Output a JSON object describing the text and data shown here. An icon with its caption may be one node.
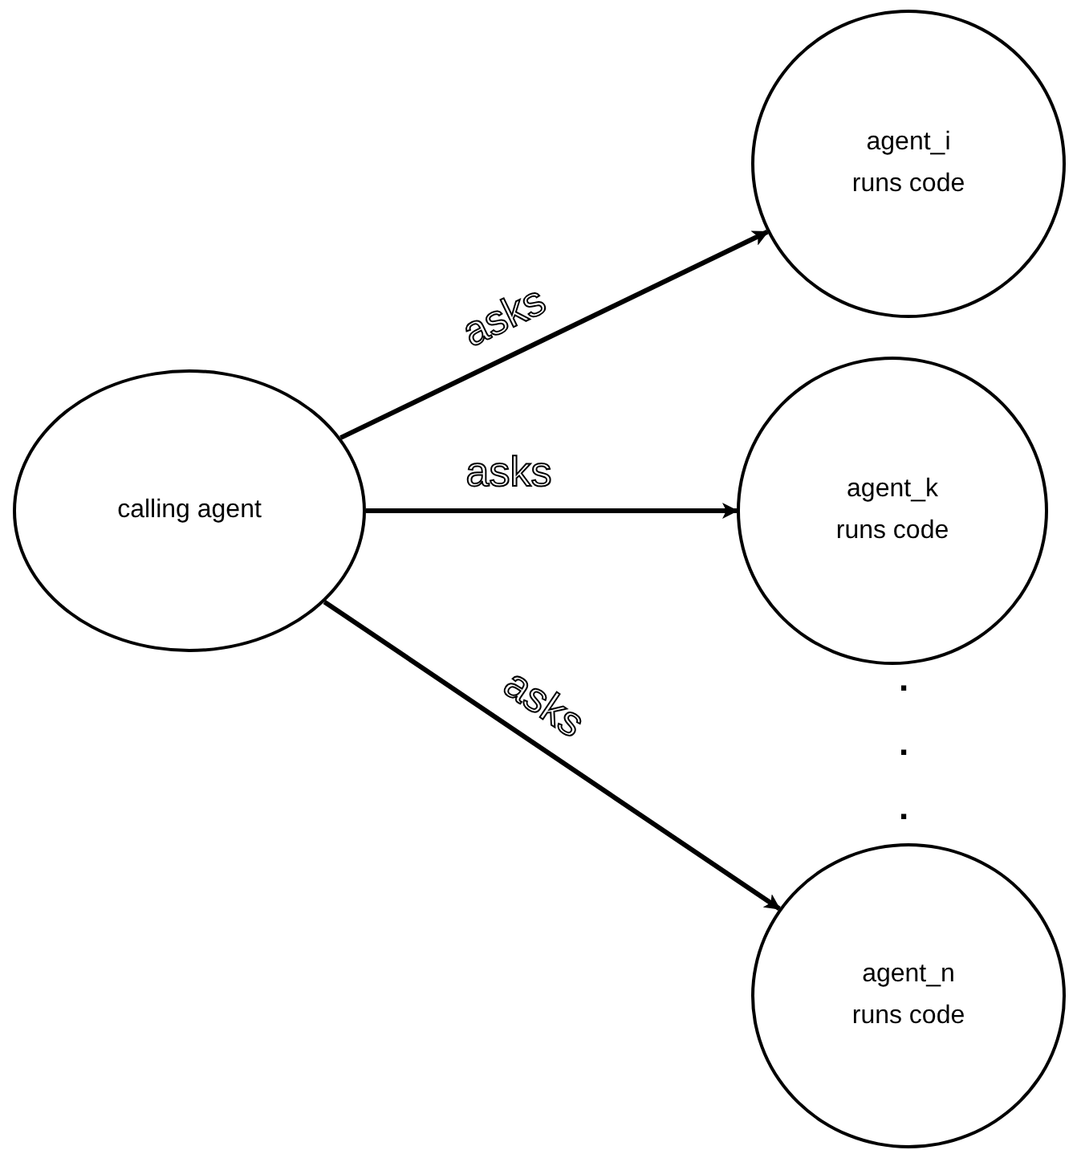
{
  "diagram": {
    "nodes": [
      {
        "text": [
          "calling agent"
        ]
      },
      {
        "text": [
          "agent_i runs code"
        ]
      },
      {
        "text": [
          "agent_k runs code"
        ]
      },
      {
        "text": [
          "agent_n runs code"
        ]
      }
    ],
    "edges": [
      {
        "from": 0,
        "to": 1,
        "arrow": "to",
        "label": "asks"
      },
      {
        "from": 0,
        "to": 2,
        "arrow": "to",
        "label": "asks"
      },
      {
        "from": 0,
        "to": 3,
        "arrow": "to",
        "label": "asks"
      }
    ],
    "labels": [
      ".",
      ".",
      "."
    ]
  }
}
